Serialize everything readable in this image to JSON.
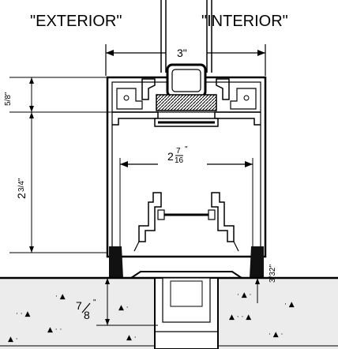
{
  "labels": {
    "exterior": "\"EXTERIOR\"",
    "interior": "\"INTERIOR\""
  },
  "dimensions": {
    "overall_width": "3\"",
    "inner_width_whole": "2",
    "inner_width_num": "7",
    "inner_width_den": "16",
    "inner_width_inch": "\"",
    "height_whole": "2",
    "height_frac": "3/4\"",
    "top_offset": "5/8\"",
    "gap": "3/32\"",
    "recess_num": "7",
    "recess_den": "8",
    "recess_inch": "\""
  }
}
